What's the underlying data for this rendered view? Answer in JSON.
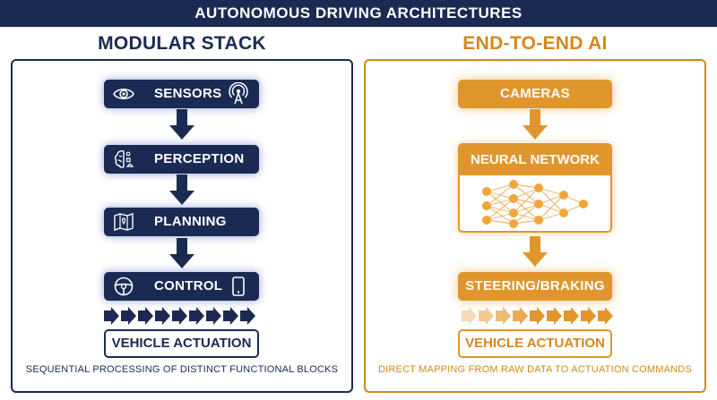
{
  "title": "AUTONOMOUS DRIVING ARCHITECTURES",
  "left": {
    "heading": "MODULAR STACK",
    "blocks": [
      {
        "label": "SENSORS",
        "icon_left": "eye-icon",
        "icon_right": "antenna-icon"
      },
      {
        "label": "PERCEPTION",
        "icon_left": "brain-icon"
      },
      {
        "label": "PLANNING",
        "icon_left": "map-icon"
      },
      {
        "label": "CONTROL",
        "icon_left": "steering-wheel-icon",
        "icon_right": "phone-icon"
      }
    ],
    "output": "VEHICLE ACTUATION",
    "caption": "SEQUENTIAL PROCESSING OF DISTINCT FUNCTIONAL BLOCKS"
  },
  "right": {
    "heading": "END-TO-END AI",
    "blocks": [
      {
        "label": "CAMERAS"
      },
      {
        "label": "NEURAL NETWORK",
        "icon": "neural-network-icon"
      },
      {
        "label": "STEERING/BRAKING"
      }
    ],
    "output": "VEHICLE ACTUATION",
    "caption": "DIRECT MAPPING FROM RAW DATA TO ACTUATION COMMANDS"
  },
  "colors": {
    "navy": "#1b2a52",
    "amber": "#e0962c",
    "amber_text": "#d4871c"
  }
}
